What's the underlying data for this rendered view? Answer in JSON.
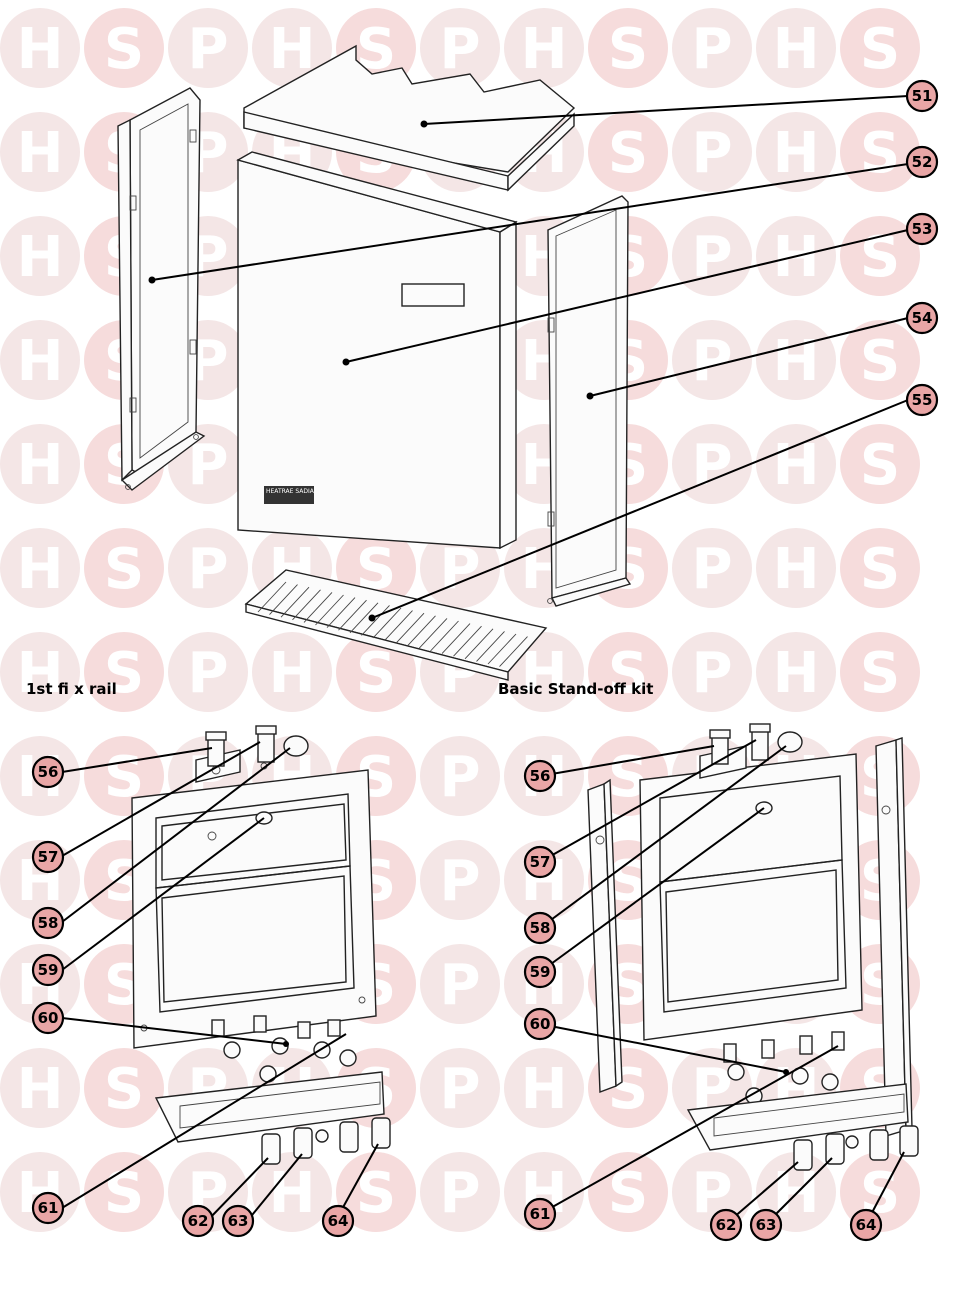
{
  "watermark": {
    "letters": [
      "H",
      "S",
      "P"
    ]
  },
  "sections": {
    "left_title": "1st fi x rail",
    "right_title": "Basic Stand-off kit"
  },
  "case_brand": "HEATRAE SADIA",
  "callouts": {
    "p51": "51",
    "p52": "52",
    "p53": "53",
    "p54": "54",
    "p55": "55",
    "l56": "56",
    "l57": "57",
    "l58": "58",
    "l59": "59",
    "l60": "60",
    "l61": "61",
    "l62": "62",
    "l63": "63",
    "l64": "64",
    "r56": "56",
    "r57": "57",
    "r58": "58",
    "r59": "59",
    "r60": "60",
    "r61": "61",
    "r62": "62",
    "r63": "63",
    "r64": "64"
  },
  "colors": {
    "badge": "#e9a6a6",
    "watermark": "#f4e6e6"
  }
}
